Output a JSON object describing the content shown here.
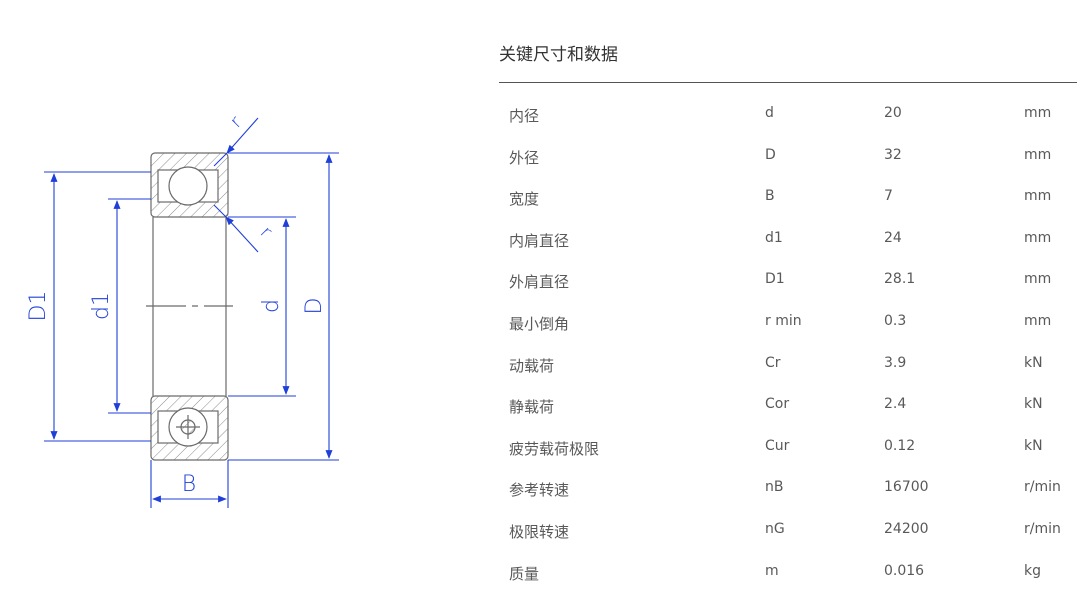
{
  "drawing": {
    "labels": {
      "D1": "D1",
      "d1": "d1",
      "d": "d",
      "D": "D",
      "B": "B",
      "r_top": "r",
      "r_mid": "r"
    },
    "colors": {
      "outline": "#6a6a6a",
      "dimension": "#1f3fd9",
      "hatch": "#8a8a8a"
    }
  },
  "table": {
    "title": "关键尺寸和数据",
    "rows": [
      {
        "name": "内径",
        "symbol": "d",
        "value": "20",
        "unit": "mm"
      },
      {
        "name": "外径",
        "symbol": "D",
        "value": "32",
        "unit": "mm"
      },
      {
        "name": "宽度",
        "symbol": "B",
        "value": "7",
        "unit": "mm"
      },
      {
        "name": "内肩直径",
        "symbol": "d1",
        "value": "24",
        "unit": "mm"
      },
      {
        "name": "外肩直径",
        "symbol": "D1",
        "value": "28.1",
        "unit": "mm"
      },
      {
        "name": "最小倒角",
        "symbol": "r min",
        "value": "0.3",
        "unit": "mm"
      },
      {
        "name": "动载荷",
        "symbol": "Cr",
        "value": "3.9",
        "unit": "kN"
      },
      {
        "name": "静载荷",
        "symbol": "Cor",
        "value": "2.4",
        "unit": "kN"
      },
      {
        "name": "疲劳载荷极限",
        "symbol": "Cur",
        "value": "0.12",
        "unit": "kN"
      },
      {
        "name": "参考转速",
        "symbol": "nB",
        "value": "16700",
        "unit": "r/min"
      },
      {
        "name": "极限转速",
        "symbol": "nG",
        "value": "24200",
        "unit": "r/min"
      },
      {
        "name": "质量",
        "symbol": "m",
        "value": "0.016",
        "unit": "kg"
      }
    ]
  }
}
